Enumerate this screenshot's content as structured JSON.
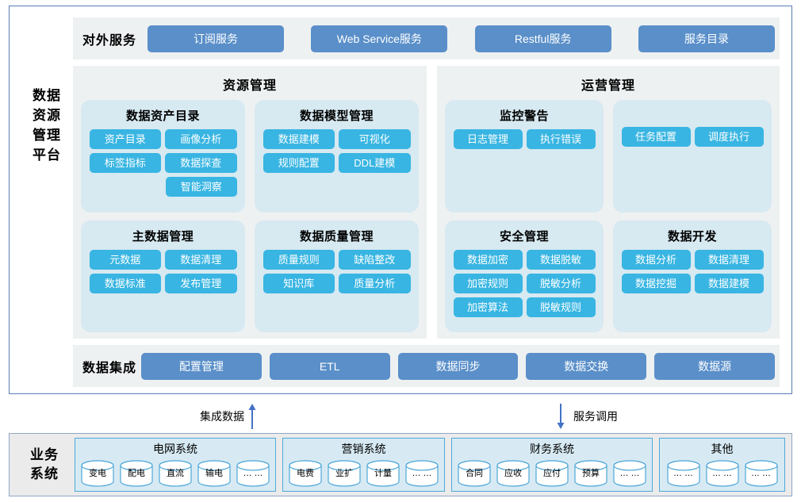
{
  "platform": {
    "label_lines": [
      "数据",
      "资源",
      "管理",
      "平台"
    ],
    "external_services": {
      "row_title": "对外服务",
      "items": [
        {
          "label": "订阅服务"
        },
        {
          "label": "Web Service服务"
        },
        {
          "label": "Restful服务"
        },
        {
          "label": "服务目录"
        }
      ]
    },
    "sections": [
      {
        "title": "资源管理",
        "cards": [
          {
            "title": "数据资产目录",
            "chips": [
              "资产目录",
              "画像分析",
              "标签指标",
              "数据探查",
              "智能洞察"
            ]
          },
          {
            "title": "数据模型管理",
            "chips": [
              "数据建模",
              "可视化",
              "规则配置",
              "DDL建模"
            ]
          },
          {
            "title": "主数据管理",
            "chips": [
              "元数据",
              "数据清理",
              "数据标准",
              "发布管理"
            ]
          },
          {
            "title": "数据质量管理",
            "chips": [
              "质量规则",
              "缺陷整改",
              "知识库",
              "质量分析"
            ]
          }
        ]
      },
      {
        "title": "运营管理",
        "cards": [
          {
            "title": "监控警告",
            "chips": [
              "日志管理",
              "执行错误"
            ]
          },
          {
            "title": "",
            "chips": [
              "任务配置",
              "调度执行"
            ]
          },
          {
            "title": "安全管理",
            "chips": [
              "数据加密",
              "数据脱敏",
              "加密规则",
              "脱敏分析",
              "加密算法",
              "脱敏规则"
            ]
          },
          {
            "title": "数据开发",
            "chips": [
              "数据分析",
              "数据清理",
              "数据挖掘",
              "数据建模"
            ]
          }
        ]
      }
    ],
    "integration": {
      "row_title": "数据集成",
      "items": [
        {
          "label": "配置管理"
        },
        {
          "label": "ETL"
        },
        {
          "label": "数据同步"
        },
        {
          "label": "数据交换"
        },
        {
          "label": "数据源"
        }
      ]
    }
  },
  "connectors": [
    {
      "label": "集成数据",
      "direction": "up"
    },
    {
      "label": "服务调用",
      "direction": "down"
    }
  ],
  "business": {
    "label_lines": [
      "业务",
      "系统"
    ],
    "groups": [
      {
        "title": "电网系统",
        "nodes": [
          "变电",
          "配电",
          "直流",
          "输电",
          "… …"
        ]
      },
      {
        "title": "营销系统",
        "nodes": [
          "电费",
          "业扩",
          "计量",
          "… …"
        ]
      },
      {
        "title": "财务系统",
        "nodes": [
          "合同",
          "应收",
          "应付",
          "预算",
          "… …"
        ]
      },
      {
        "title": "其他",
        "nodes": [
          "… …",
          "… …",
          "… …"
        ]
      }
    ]
  },
  "colors": {
    "frame_border": "#5b7fb4",
    "bar_bg": "#eef1f2",
    "button_blue": "#5a8fc9",
    "chip_cyan": "#38b5e2",
    "card_bg": "#d7e9f1",
    "biz_bg": "#ebebeb",
    "biz_group_bg": "#d7eaf3",
    "biz_group_border": "#4fa8d8",
    "arrow_blue": "#4472c4"
  }
}
